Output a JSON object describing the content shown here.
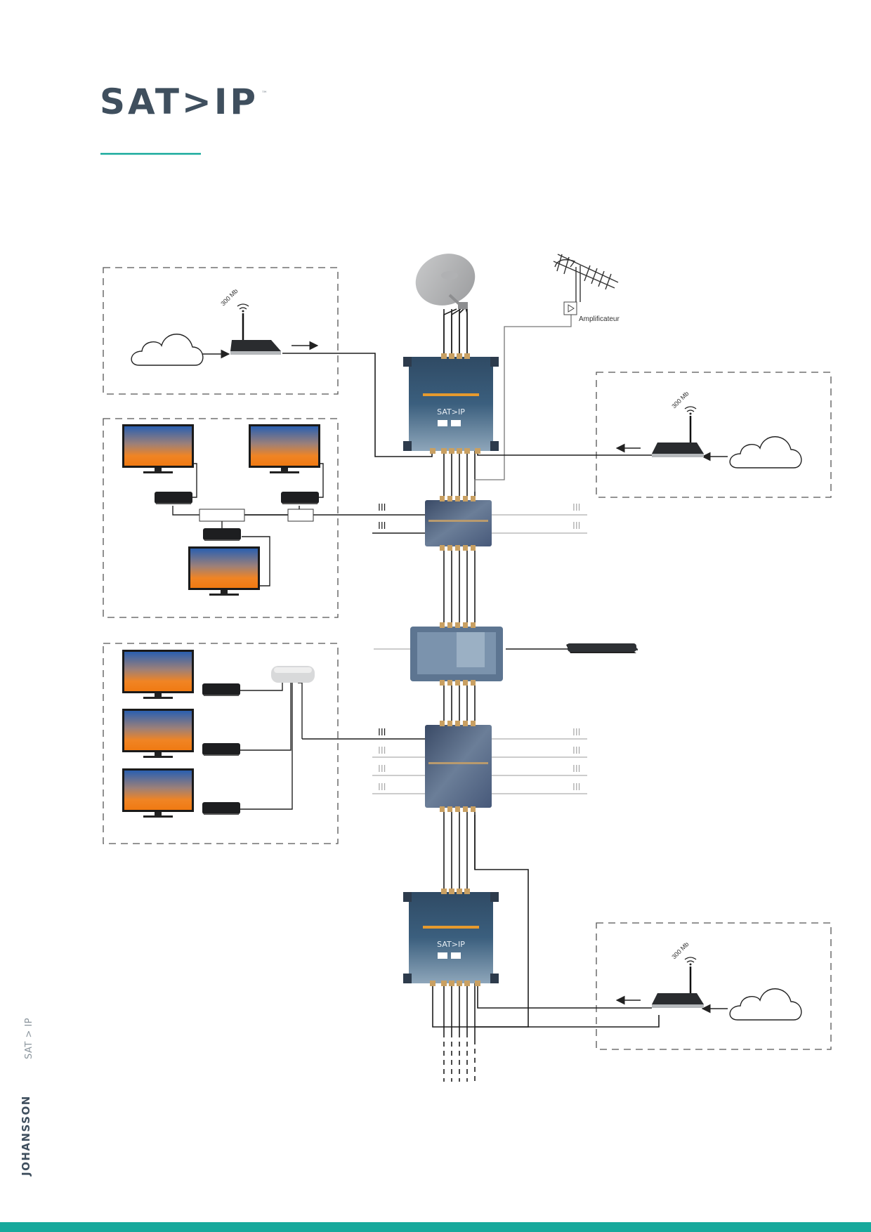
{
  "header": {
    "logo_text": "SAT>IP",
    "trademark": "™",
    "accent_color": "#17a99c",
    "logo_color": "#3f4f5e"
  },
  "diagram": {
    "router_speed_label": "300 Mb",
    "amplifier_label": "Amplificateur",
    "cable_bundle_mark": "III",
    "devices": [
      "satellite-dish",
      "terrestrial-antenna",
      "amplifier",
      "satip-server",
      "multiswitch",
      "multiswitch-amplifier",
      "satip-server",
      "wifi-router",
      "cloud-internet",
      "tv-screen",
      "set-top-box",
      "splitter",
      "satip-client"
    ]
  },
  "footer": {
    "brand": "JOHANSSON",
    "subtitle": "SAT > IP",
    "bar_color": "#17a99c"
  }
}
